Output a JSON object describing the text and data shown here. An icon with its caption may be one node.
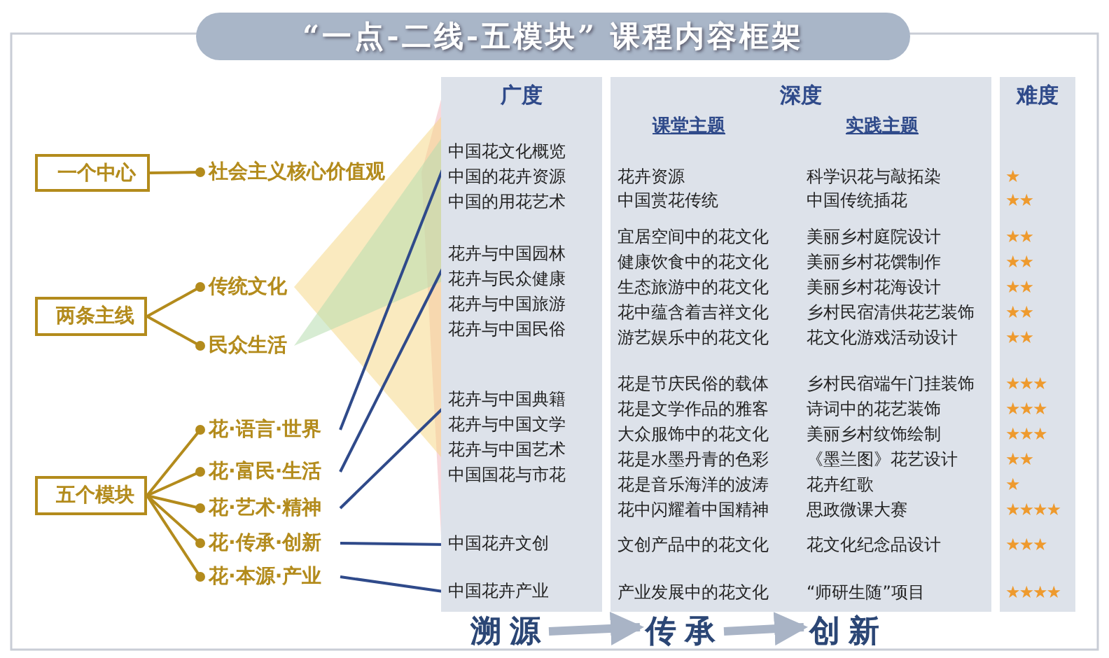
{
  "diagram": {
    "title": "“一点-二线-五模块” 课程内容框架",
    "nodes": [
      {
        "text": [
          "一个中心"
        ]
      },
      {
        "text": [
          "社会主义核心价值观"
        ]
      },
      {
        "text": [
          "两条主线"
        ]
      },
      {
        "text": [
          "传统文化"
        ]
      },
      {
        "text": [
          "民众生活"
        ]
      },
      {
        "text": [
          "五个模块"
        ]
      },
      {
        "text": [
          "花·语言·世界"
        ]
      },
      {
        "text": [
          "花·富民·生活"
        ]
      },
      {
        "text": [
          "花·艺术·精神"
        ]
      },
      {
        "text": [
          "花·传承·创新"
        ]
      },
      {
        "text": [
          "花·本源·产业"
        ]
      },
      {
        "text": [
          "广度"
        ]
      },
      {
        "text": [
          "中国花文化概览",
          "中国的花卉资源",
          "中国的用花艺术"
        ],
        "in": 11
      },
      {
        "text": [
          "花卉与中国园林",
          "花卉与民众健康",
          "花卉与中国旅游",
          "花卉与中国民俗"
        ],
        "in": 11
      },
      {
        "text": [
          "花卉与中国典籍",
          "花卉与中国文学",
          "花卉与中国艺术",
          "中国国花与市花"
        ],
        "in": 11
      },
      {
        "text": [
          "中国花卉文创"
        ],
        "in": 11
      },
      {
        "text": [
          "中国花卉产业"
        ],
        "in": 11
      },
      {
        "text": [
          "深度"
        ]
      },
      {
        "text": [
          "难度"
        ]
      },
      {
        "text": [
          "溯源"
        ]
      },
      {
        "text": [
          "传承"
        ]
      },
      {
        "text": [
          "创新"
        ]
      }
    ],
    "edges": [
      {
        "from": 0,
        "to": 1,
        "arrow": "other"
      },
      {
        "from": 2,
        "to": 3,
        "arrow": "other"
      },
      {
        "from": 2,
        "to": 4,
        "arrow": "other"
      },
      {
        "from": 5,
        "to": 6,
        "arrow": "other"
      },
      {
        "from": 5,
        "to": 7,
        "arrow": "other"
      },
      {
        "from": 5,
        "to": 8,
        "arrow": "other"
      },
      {
        "from": 5,
        "to": 9,
        "arrow": "other"
      },
      {
        "from": 5,
        "to": 10,
        "arrow": "other"
      },
      {
        "from": 6,
        "to": 12,
        "arrow": "none",
        "color": "#2f4a8a"
      },
      {
        "from": 7,
        "to": 13,
        "arrow": "none",
        "color": "#2f4a8a"
      },
      {
        "from": 8,
        "to": 14,
        "arrow": "none",
        "color": "#2f4a8a"
      },
      {
        "from": 9,
        "to": 15,
        "arrow": "none",
        "color": "#2f4a8a"
      },
      {
        "from": 10,
        "to": 16,
        "arrow": "none",
        "color": "#2f4a8a"
      },
      {
        "from": 19,
        "to": 20,
        "arrow": "to",
        "style": "thick",
        "color": "#a9b4c6"
      },
      {
        "from": 20,
        "to": 21,
        "arrow": "to",
        "style": "thick",
        "color": "#a9b4c6"
      }
    ],
    "labels": [
      "课堂主题",
      "实践主题",
      "花卉资源",
      "科学识花与敲拓染",
      "★",
      "中国赏花传统",
      "中国传统插花",
      "★★",
      "宜居空间中的花文化",
      "美丽乡村庭院设计",
      "★★",
      "健康饮食中的花文化",
      "美丽乡村花馔制作",
      "★★",
      "生态旅游中的花文化",
      "美丽乡村花海设计",
      "★★",
      "花中蕴含着吉祥文化",
      "乡村民宿清供花艺装饰",
      "★★",
      "游艺娱乐中的花文化",
      "花文化游戏活动设计",
      "★★",
      "花是节庆民俗的载体",
      "乡村民宿端午门挂装饰",
      "★★★",
      "花是文学作品的雅客",
      "诗词中的花艺装饰",
      "★★★",
      "大众服饰中的花文化",
      "美丽乡村纹饰绘制",
      "★★★",
      "花是水墨丹青的色彩",
      "《墨兰图》花艺设计",
      "★★",
      "花是音乐海洋的波涛",
      "花卉红歌",
      "★",
      "花中闪耀着中国精神",
      "思政微课大赛",
      "★★★★",
      "文创产品中的花文化",
      "花文化纪念品设计",
      "★★★",
      "产业发展中的花文化",
      "“师研生随”项目",
      "★★★★"
    ]
  }
}
